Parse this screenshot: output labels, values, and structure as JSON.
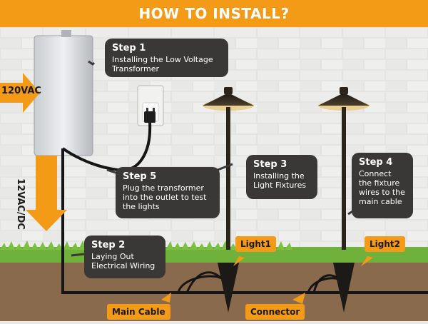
{
  "header": {
    "title": "HOW TO INSTALL?"
  },
  "power": {
    "in_label": "120VAC",
    "out_label": "12VAC/DC"
  },
  "steps": [
    {
      "title": "Step 1",
      "desc": "Installing the Low Voltage Transformer"
    },
    {
      "title": "Step 2",
      "desc": "Laying Out Electrical Wiring"
    },
    {
      "title": "Step 3",
      "desc": "Installing the Light Fixtures"
    },
    {
      "title": "Step 4",
      "desc": "Connect the fixture wires to the main cable"
    },
    {
      "title": "Step 5",
      "desc": "Plug the transformer into the outlet to test the lights"
    }
  ],
  "labels": {
    "light1": "Light1",
    "light2": "Light2",
    "main_cable": "Main Cable",
    "connector": "Connector"
  },
  "colors": {
    "accent": "#f39a17",
    "callout_bg": "#3a3837",
    "grass": "#6fb13a",
    "soil": "#8a6a4c"
  }
}
